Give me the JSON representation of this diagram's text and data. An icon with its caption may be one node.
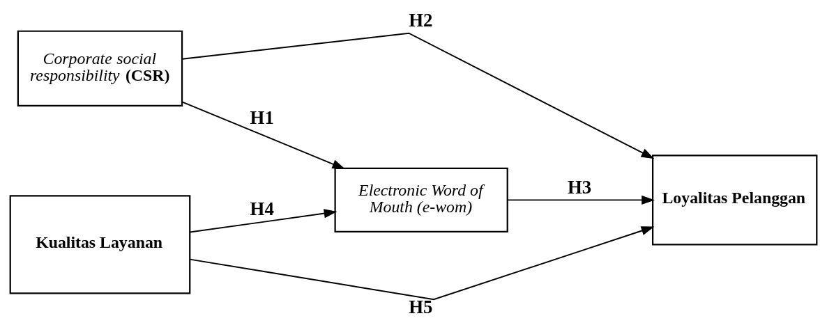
{
  "diagram": {
    "nodes": [
      {
        "text": [
          "*Corporate social responsibility* **(CSR)**"
        ]
      },
      {
        "text": [
          "Electronic Word of Mouth (e-wom)"
        ]
      },
      {
        "text": [
          "Kualitas Layanan"
        ]
      },
      {
        "text": [
          "Loyalitas Pelanggan"
        ]
      }
    ],
    "edges": [
      {
        "from": 0,
        "to": 3,
        "arrow": "to",
        "label": "H2"
      },
      {
        "from": 0,
        "to": 1,
        "arrow": "to",
        "label": "H1"
      },
      {
        "from": 1,
        "to": 3,
        "arrow": "to",
        "label": "H3"
      },
      {
        "from": 2,
        "to": 1,
        "arrow": "to",
        "label": "H4"
      },
      {
        "from": 2,
        "to": 3,
        "arrow": "to",
        "label": "H5"
      }
    ]
  }
}
